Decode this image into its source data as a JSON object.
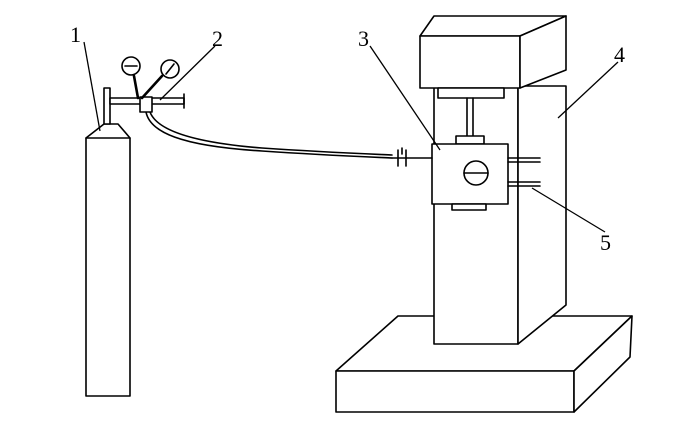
{
  "labels": {
    "gas_cylinder": "1",
    "pressure_regulator": "2",
    "test_chamber": "3",
    "testing_machine": "4",
    "side_fitting": "5"
  },
  "colors": {
    "line": "#000000",
    "background": "#ffffff"
  }
}
